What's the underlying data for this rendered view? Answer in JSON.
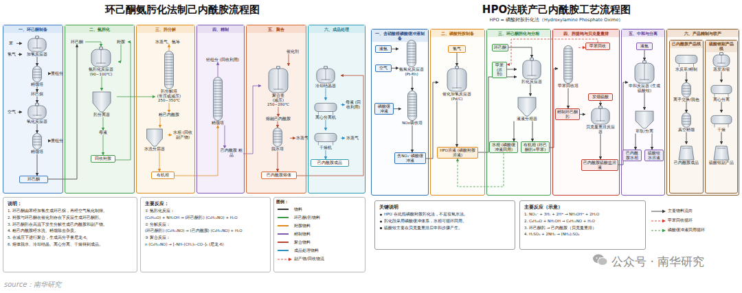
{
  "diagram": {
    "title": "环己酮氨肟化法制己内酰胺流程图",
    "nodes": [
      {
        "text": [
          "一、环己酮制备"
        ]
      },
      {
        "text": [
          "苯"
        ],
        "in": 0
      },
      {
        "text": [
          "氢气"
        ],
        "in": 0
      },
      {
        "text": [
          "加氢反应器"
        ],
        "in": 0
      },
      {
        "text": [
          "精馏塔"
        ],
        "in": 0
      },
      {
        "text": [
          "重组分"
        ],
        "in": 0
      },
      {
        "text": [
          "环己烷"
        ],
        "in": 0
      },
      {
        "text": [
          "空气"
        ],
        "in": 0
      },
      {
        "text": [
          "氧化反应器"
        ],
        "in": 0
      },
      {
        "text": [
          "精馏塔"
        ],
        "in": 0
      },
      {
        "text": [
          "重组分"
        ],
        "in": 0
      },
      {
        "text": [
          "环己酮"
        ],
        "in": 0
      },
      {
        "text": [
          "二、氨肟化"
        ]
      },
      {
        "text": [
          "环己酮"
        ],
        "in": 12
      },
      {
        "text": [
          "羟胺"
        ],
        "in": 12
      },
      {
        "text": [
          "氨肟化反应器",
          "(90~100℃)"
        ],
        "in": 12
      },
      {
        "text": [
          "肟分离器"
        ],
        "in": 12
      },
      {
        "text": [
          "母液"
        ],
        "in": 12
      },
      {
        "text": [
          "回收羟胺"
        ],
        "in": 12
      },
      {
        "text": [
          "三、肟分解"
        ]
      },
      {
        "text": [
          "水蒸气、氨等"
        ],
        "in": 19
      },
      {
        "text": [
          "肟分解塔",
          "(常压或减压)",
          "250~350℃"
        ],
        "in": 19
      },
      {
        "text": [
          "粗己内酰胺"
        ],
        "in": 19
      },
      {
        "text": [
          "水相 (回收副产物)"
        ],
        "in": 19
      },
      {
        "text": [
          "水洗分层器"
        ],
        "in": 19
      },
      {
        "text": [
          "有机相"
        ],
        "in": 19
      },
      {
        "text": [
          "四、精制"
        ]
      },
      {
        "text": [
          "轻组分 (回收利用)"
        ],
        "in": 26
      },
      {
        "text": [
          "精馏塔"
        ],
        "in": 26
      },
      {
        "text": [
          "己内酰胺 粗品"
        ],
        "in": 26
      },
      {
        "text": [
          "五、聚合"
        ]
      },
      {
        "text": [
          "催化剂"
        ],
        "in": 30
      },
      {
        "text": [
          "聚合釜",
          "(减压)",
          "250~280℃"
        ],
        "in": 30
      },
      {
        "text": [
          "熔融己内酰胺"
        ],
        "in": 30
      },
      {
        "text": [
          "脱水塔"
        ],
        "in": 30
      },
      {
        "text": [
          "水蒸气"
        ],
        "in": 30
      },
      {
        "text": [
          "己内酰胺熔体"
        ],
        "in": 30
      },
      {
        "text": [
          "六、成品处理"
        ]
      },
      {
        "text": [
          "冷却结晶器"
        ],
        "in": 37
      },
      {
        "text": [
          "母液 (回收利用)"
        ],
        "in": 37
      },
      {
        "text": [
          "离心分离机"
        ],
        "in": 37
      },
      {
        "text": [
          "水蒸气"
        ],
        "in": 37
      },
      {
        "text": [
          "干燥机"
        ],
        "in": 37
      },
      {
        "text": [
          "己内酰胺成品"
        ],
        "in": 37
      },
      {
        "text": [
          "说明：",
          "1. 环己酮由苯经加氢生成环己烷，再经空气氧化制得。",
          "2. 羟胺与环己酮在催化剂存在下反应生成环己酮肟。",
          "3. 环己酮肟在高温下发生分解生成己内酰胺和副产物。",
          "4. 粗己内酰胺经水洗、精馏除去杂质。",
          "5. 在减压下进行聚合，生成高分子量尼龙-6。",
          "6. 熔体脱水、冷却结晶、离心分离、干燥得到成品。"
        ]
      },
      {
        "text": [
          "主要反应：",
          "① 氨肟化反应：",
          "(C₆H₁₀O) + NH₂OH → (环己酮肟) (C₆H₁₁NO) + H₂O",
          "② 分解反应：",
          "(环己酮肟) (C₆H₁₁NO) → (己内酰胺) (C₆H₁₁NO) + H₂O",
          "③ 聚合反应：",
          "n (C₆H₁₁NO) → [–NH–(CH₂)₅–CO–]ₙ (尼龙-6)"
        ]
      },
      {
        "text": [
          "一、含硝酸根磷酸缓冲液制备"
        ]
      },
      {
        "text": [
          "液氨"
        ],
        "in": 46
      },
      {
        "text": [
          "空气"
        ],
        "in": 46
      },
      {
        "text": [
          "氨氧化反应器(Pt-Rh)"
        ],
        "in": 46
      },
      {
        "text": [
          "磷酸缓冲液"
        ],
        "in": 46
      },
      {
        "text": [
          "NOx吸收塔"
        ],
        "in": 46
      },
      {
        "text": [
          "含NO₃⁻磷酸缓冲液"
        ],
        "in": 46
      },
      {
        "text": [
          "二、磷酸羟胺制备"
        ]
      },
      {
        "text": [
          "氢气"
        ],
        "in": 53
      },
      {
        "text": [
          "催化加氢反应器(Pd/C)"
        ],
        "in": 53
      },
      {
        "text": [
          "HPO溶液 (磷酸羟胺溶液)"
        ],
        "in": 53
      },
      {
        "text": [
          "三、环己酮肟化与分相"
        ]
      },
      {
        "text": [
          "环己酮"
        ],
        "in": 57
      },
      {
        "text": [
          "甲苯 (溶剂)"
        ],
        "in": 57
      },
      {
        "text": [
          "肟化反应器"
        ],
        "in": 57
      },
      {
        "text": [
          "液液分相器"
        ],
        "in": 57
      },
      {
        "text": [
          "水相 (磷酸缓冲液回用)"
        ],
        "in": 57
      },
      {
        "text": [
          "有机相 (环己酮肟+甲苯)"
        ],
        "in": 57
      },
      {
        "text": [
          "四、肟提纯与贝克曼重排"
        ]
      },
      {
        "text": [
          "甲苯回收"
        ],
        "in": 64
      },
      {
        "text": [
          "甲苯回收塔"
        ],
        "in": 64
      },
      {
        "text": [
          "精制环己酮肟"
        ],
        "in": 64
      },
      {
        "text": [
          "发烟硫酸"
        ],
        "in": 64
      },
      {
        "text": [
          "贝克曼重排反应器"
        ],
        "in": 64
      },
      {
        "text": [
          "己内酰胺硫酸盐溶液"
        ],
        "in": 64
      },
      {
        "text": [
          "五、中和与分离"
        ]
      },
      {
        "text": [
          "液氨"
        ],
        "in": 71
      },
      {
        "text": [
          "中和反应器 (生成硫酸铵)"
        ],
        "in": 71
      },
      {
        "text": [
          "萃取/分离"
        ],
        "in": 71
      },
      {
        "text": [
          "己内酰胺水相"
        ],
        "in": 71
      },
      {
        "text": [
          "硫酸铵水溶液"
        ],
        "in": 71
      },
      {
        "text": [
          "六、产品精制与联产"
        ]
      },
      {
        "text": [
          "己内酰胺产品线"
        ],
        "in": 77
      },
      {
        "text": [
          "水反萃/精制"
        ],
        "in": 78
      },
      {
        "text": [
          "离子交换/脱色"
        ],
        "in": 78
      },
      {
        "text": [
          "真空精馏"
        ],
        "in": 78
      },
      {
        "text": [
          "己内酰胺成品"
        ],
        "in": 78
      },
      {
        "text": [
          "硫酸铵副产品线"
        ],
        "in": 77
      },
      {
        "text": [
          "蒸发浓缩"
        ],
        "in": 83
      },
      {
        "text": [
          "离心分离"
        ],
        "in": 83
      },
      {
        "text": [
          "干燥"
        ],
        "in": 83
      },
      {
        "text": [
          "硫酸铵副产品"
        ],
        "in": 83
      },
      {
        "text": [
          "关键说明",
          "HPO 在此指磷酸羟胺肟化法，不是双氧水法。",
          "肟化段采用磷酸缓冲体系，水相可循环回用。",
          "硫酸铵主要在贝克曼重排后中和步骤产生。"
        ]
      },
      {
        "text": [
          "主要反应（示意）",
          "1. NO₃⁻ + 3H₂ + 2H⁺ → NH₃OH⁺ + 2H₂O",
          "2. C₆H₁₀O + NH₂OH → C₆H₁₁NO + H₂O",
          "3. 环己酮肟 → 己内酰胺（贝克曼重排）",
          "4. H₂SO₄ + 2NH₃ → (NH₄)₂SO₄"
        ]
      }
    ],
    "edges": [
      {
        "from": 1,
        "to": 3,
        "arrow": "to"
      },
      {
        "from": 2,
        "to": 3,
        "arrow": "to"
      },
      {
        "from": 3,
        "to": 4,
        "arrow": "to"
      },
      {
        "from": 4,
        "to": 5,
        "arrow": "to"
      },
      {
        "from": 4,
        "to": 6,
        "arrow": "to"
      },
      {
        "from": 6,
        "to": 8,
        "arrow": "to"
      },
      {
        "from": 7,
        "to": 8,
        "arrow": "to"
      },
      {
        "from": 8,
        "to": 9,
        "arrow": "to"
      },
      {
        "from": 9,
        "to": 10,
        "arrow": "to"
      },
      {
        "from": 9,
        "to": 11,
        "arrow": "to"
      },
      {
        "from": 11,
        "to": 13,
        "arrow": "to"
      },
      {
        "from": 13,
        "to": 15,
        "arrow": "to"
      },
      {
        "from": 14,
        "to": 15,
        "arrow": "to"
      },
      {
        "from": 15,
        "to": 16,
        "arrow": "to"
      },
      {
        "from": 16,
        "to": 17,
        "arrow": "to"
      },
      {
        "from": 17,
        "to": 18,
        "arrow": "to"
      },
      {
        "from": 18,
        "to": 14,
        "arrow": "to"
      },
      {
        "from": 16,
        "to": 21,
        "arrow": "to"
      },
      {
        "from": 21,
        "to": 20,
        "arrow": "to"
      },
      {
        "from": 21,
        "to": 22,
        "arrow": "to"
      },
      {
        "from": 22,
        "to": 24,
        "arrow": "to"
      },
      {
        "from": 24,
        "to": 23,
        "arrow": "to"
      },
      {
        "from": 24,
        "to": 25,
        "arrow": "to"
      },
      {
        "from": 25,
        "to": 28,
        "arrow": "to"
      },
      {
        "from": 28,
        "to": 27,
        "arrow": "to"
      },
      {
        "from": 28,
        "to": 29,
        "arrow": "to"
      },
      {
        "from": 29,
        "to": 32,
        "arrow": "to"
      },
      {
        "from": 31,
        "to": 32,
        "arrow": "to"
      },
      {
        "from": 32,
        "to": 33,
        "arrow": "to"
      },
      {
        "from": 33,
        "to": 34,
        "arrow": "to"
      },
      {
        "from": 34,
        "to": 35,
        "arrow": "to"
      },
      {
        "from": 34,
        "to": 36,
        "arrow": "to"
      },
      {
        "from": 36,
        "to": 38,
        "arrow": "to"
      },
      {
        "from": 38,
        "to": 40,
        "arrow": "to"
      },
      {
        "from": 40,
        "to": 39,
        "arrow": "to"
      },
      {
        "from": 40,
        "to": 42,
        "arrow": "to"
      },
      {
        "from": 42,
        "to": 41,
        "arrow": "to"
      },
      {
        "from": 42,
        "to": 43,
        "arrow": "to"
      },
      {
        "from": 47,
        "to": 49,
        "arrow": "to"
      },
      {
        "from": 48,
        "to": 49,
        "arrow": "to"
      },
      {
        "from": 49,
        "to": 51,
        "arrow": "to"
      },
      {
        "from": 50,
        "to": 51,
        "arrow": "to"
      },
      {
        "from": 51,
        "to": 52,
        "arrow": "to"
      },
      {
        "from": 52,
        "to": 55,
        "arrow": "to"
      },
      {
        "from": 54,
        "to": 55,
        "arrow": "to"
      },
      {
        "from": 55,
        "to": 56,
        "arrow": "to"
      },
      {
        "from": 56,
        "to": 60,
        "arrow": "to"
      },
      {
        "from": 58,
        "to": 60,
        "arrow": "to"
      },
      {
        "from": 59,
        "to": 60,
        "arrow": "to"
      },
      {
        "from": 60,
        "to": 61,
        "arrow": "to"
      },
      {
        "from": 61,
        "to": 62,
        "arrow": "to"
      },
      {
        "from": 61,
        "to": 63,
        "arrow": "to"
      },
      {
        "from": 63,
        "to": 66,
        "arrow": "to"
      },
      {
        "from": 66,
        "to": 65,
        "arrow": "to"
      },
      {
        "from": 65,
        "to": 59,
        "arrow": "to"
      },
      {
        "from": 66,
        "to": 67,
        "arrow": "to"
      },
      {
        "from": 67,
        "to": 69,
        "arrow": "to"
      },
      {
        "from": 68,
        "to": 69,
        "arrow": "to"
      },
      {
        "from": 69,
        "to": 70,
        "arrow": "to"
      },
      {
        "from": 70,
        "to": 73,
        "arrow": "to"
      },
      {
        "from": 72,
        "to": 73,
        "arrow": "to"
      },
      {
        "from": 73,
        "to": 74,
        "arrow": "to"
      },
      {
        "from": 74,
        "to": 75,
        "arrow": "to"
      },
      {
        "from": 74,
        "to": 76,
        "arrow": "to"
      },
      {
        "from": 79,
        "to": 80,
        "arrow": "to"
      },
      {
        "from": 80,
        "to": 81,
        "arrow": "to"
      },
      {
        "from": 81,
        "to": 82,
        "arrow": "to"
      },
      {
        "from": 84,
        "to": 85,
        "arrow": "to"
      },
      {
        "from": 85,
        "to": 86,
        "arrow": "to"
      },
      {
        "from": 86,
        "to": 87,
        "arrow": "to"
      },
      {
        "from": 62,
        "to": 56,
        "arrow": "to"
      }
    ],
    "labels": [
      "HPO法联产己内酰胺工艺流程图",
      "HPO = 磷酸羟胺肟化法（Hydroxylamine Phosphate Oxime）",
      "图例：",
      "公众号 · 南华研究",
      "source：南华研究"
    ],
    "legend": [
      {
        "text": "物料",
        "color": "#333333"
      },
      {
        "text": "环己酮/肟物料",
        "color": "#3a9a47"
      },
      {
        "text": "羟胺物料",
        "color": "#e08a1e"
      },
      {
        "text": "精制物料",
        "color": "#7d57b0"
      },
      {
        "text": "聚合物料",
        "color": "#b5452b"
      },
      {
        "text": "成品处理物料",
        "color": "#2a8cc0"
      },
      {
        "text": "副产物/回收物流"
      },
      {
        "text": "主要物料流向"
      },
      {
        "text": "甲苯回收循环"
      },
      {
        "text": "磷酸缓冲液回用循环"
      }
    ]
  }
}
